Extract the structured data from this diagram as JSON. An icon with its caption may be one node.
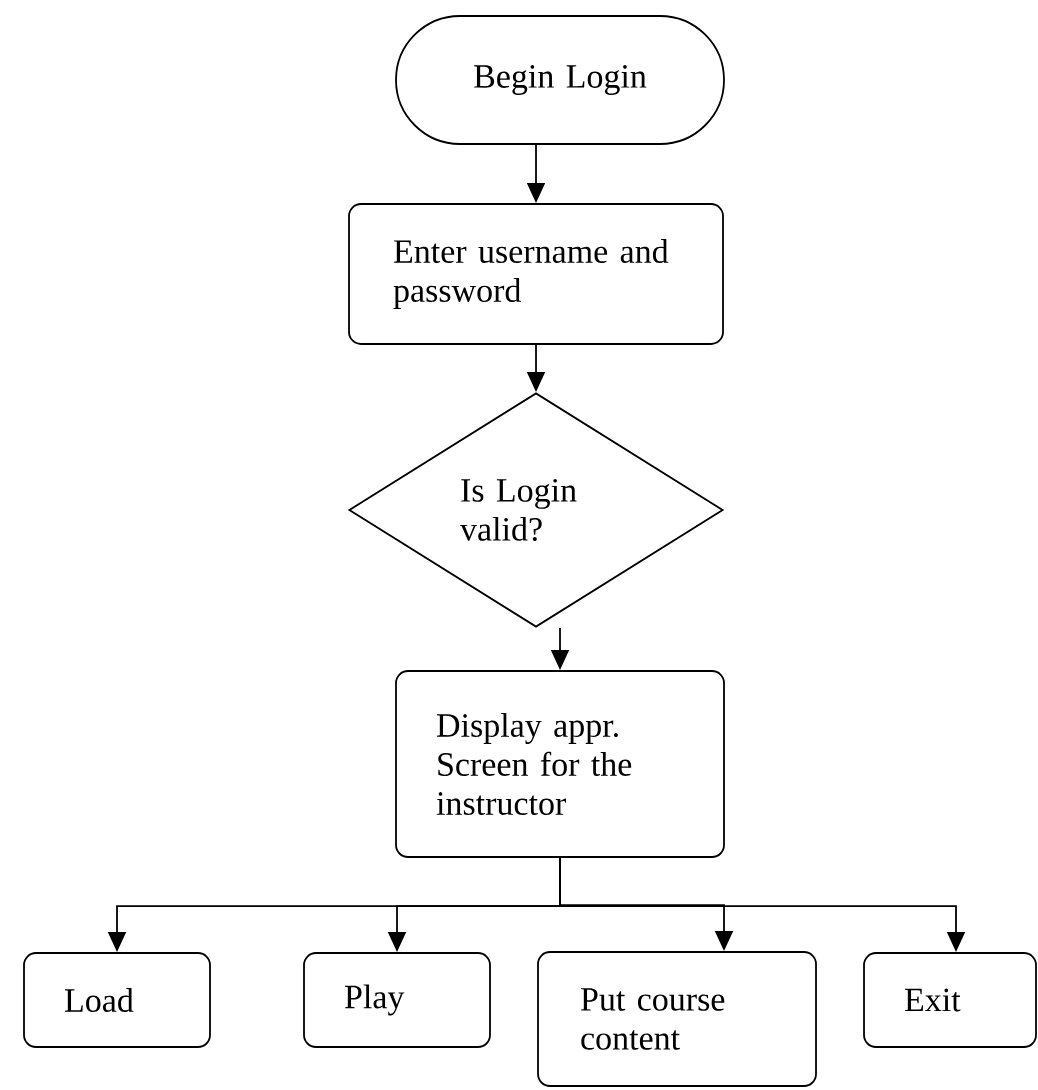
{
  "diagram": {
    "nodes": [
      {
        "text": [
          "Begin Login"
        ]
      },
      {
        "text": [
          "Enter username and password"
        ]
      },
      {
        "text": [
          "Is Login valid?"
        ]
      },
      {
        "text": [
          "Display appr. Screen for the instructor"
        ]
      },
      {
        "text": [
          "Load"
        ]
      },
      {
        "text": [
          "Play"
        ]
      },
      {
        "text": [
          "Put course content"
        ]
      },
      {
        "text": [
          "Exit"
        ]
      }
    ],
    "edges": [
      {
        "from": 0,
        "to": 1,
        "arrow": "to"
      },
      {
        "from": 1,
        "to": 2,
        "arrow": "to"
      },
      {
        "from": 2,
        "to": 3,
        "arrow": "to"
      },
      {
        "from": 3,
        "to": 4,
        "arrow": "to"
      },
      {
        "from": 3,
        "to": 5,
        "arrow": "to"
      },
      {
        "from": 3,
        "to": 6,
        "arrow": "to"
      },
      {
        "from": 3,
        "to": 7,
        "arrow": "to"
      }
    ]
  }
}
